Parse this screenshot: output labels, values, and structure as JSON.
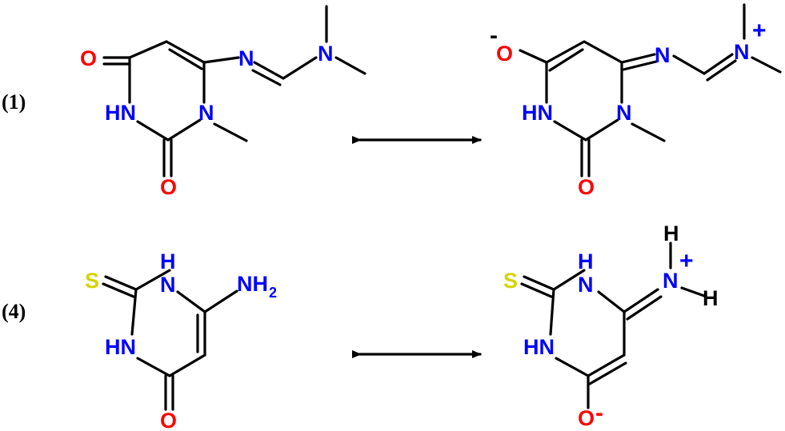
{
  "colors": {
    "bond": "#000000",
    "oxygen": "#ff0000",
    "nitrogen": "#0000ff",
    "sulfur": "#d4d400",
    "hydrogen": "#000000"
  },
  "labels": {
    "compound_1": "(1)",
    "compound_4": "(4)"
  },
  "atoms": {
    "o": "O",
    "n": "N",
    "hn": "HN",
    "nh2": "NH",
    "nh2_sub": "2",
    "s": "S",
    "h": "H",
    "n_plus": "N",
    "plus": "+",
    "minus": "-"
  },
  "arrows": [
    "resonance-arrow-1",
    "resonance-arrow-4"
  ]
}
